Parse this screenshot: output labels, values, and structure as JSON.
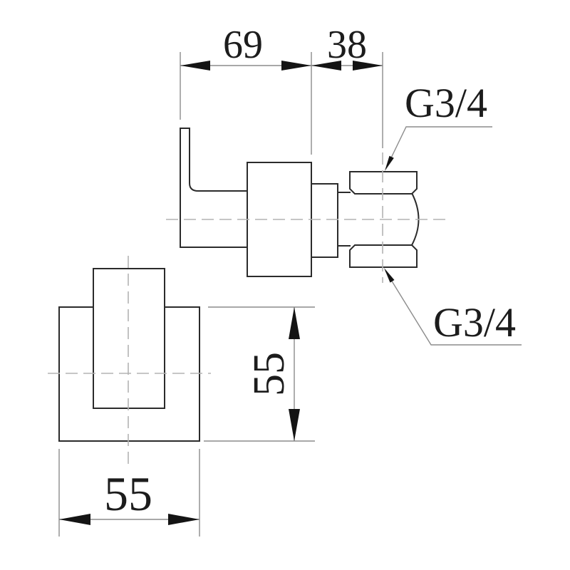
{
  "drawing": {
    "dimensions": {
      "top_width": "69",
      "top_depth": "38",
      "front_height": "55",
      "front_width": "55"
    },
    "thread_labels": {
      "top": "G3/4",
      "bottom": "G3/4"
    },
    "colors": {
      "background": "#ffffff",
      "object_line": "#2b2b2b",
      "dimension_line": "#8c8c8c",
      "centerline": "#b3b3b3",
      "arrow": "#141414",
      "text": "#1c1c1c"
    }
  }
}
